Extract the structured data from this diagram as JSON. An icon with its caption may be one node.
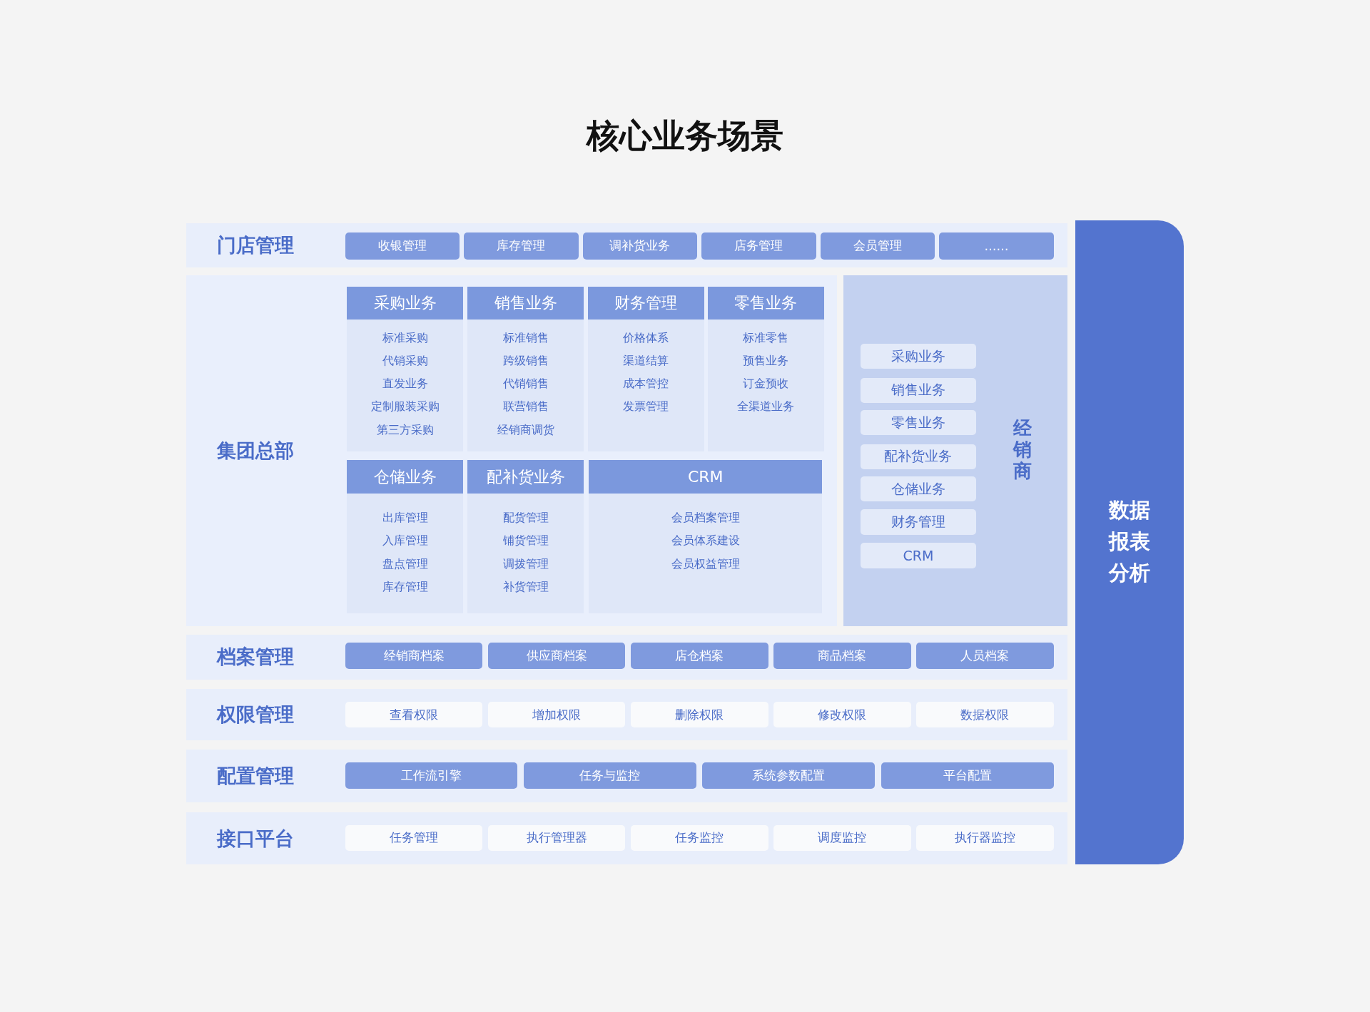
{
  "diagram": {
    "title": "核心业务场景",
    "nodes": [
      {
        "text": [
          "门店管理"
        ]
      },
      {
        "text": [
          "收银管理"
        ],
        "in": 0
      },
      {
        "text": [
          "库存管理"
        ],
        "in": 0
      },
      {
        "text": [
          "调补货业务"
        ],
        "in": 0
      },
      {
        "text": [
          "店务管理"
        ],
        "in": 0
      },
      {
        "text": [
          "会员管理"
        ],
        "in": 0
      },
      {
        "text": [
          "……"
        ],
        "in": 0
      },
      {
        "text": [
          "集团总部"
        ]
      },
      {
        "text": [
          "采购业务",
          "标准采购",
          "代销采购",
          "直发业务",
          "定制服装采购",
          "第三方采购"
        ],
        "in": 7
      },
      {
        "text": [
          "销售业务",
          "标准销售",
          "跨级销售",
          "代销销售",
          "联营销售",
          "经销商调货"
        ],
        "in": 7
      },
      {
        "text": [
          "财务管理",
          "价格体系",
          "渠道结算",
          "成本管控",
          "发票管理"
        ],
        "in": 7
      },
      {
        "text": [
          "零售业务",
          "标准零售",
          "预售业务",
          "订金预收",
          "全渠道业务"
        ],
        "in": 7
      },
      {
        "text": [
          "仓储业务",
          "出库管理",
          "入库管理",
          "盘点管理",
          "库存管理"
        ],
        "in": 7
      },
      {
        "text": [
          "配补货业务",
          "配货管理",
          "铺货管理",
          "调拨管理",
          "补货管理"
        ],
        "in": 7
      },
      {
        "text": [
          "CRM",
          "会员档案管理",
          "会员体系建设",
          "会员权益管理"
        ],
        "in": 7
      },
      {
        "text": [
          "经销商"
        ]
      },
      {
        "text": [
          "采购业务"
        ],
        "in": 15
      },
      {
        "text": [
          "销售业务"
        ],
        "in": 15
      },
      {
        "text": [
          "零售业务"
        ],
        "in": 15
      },
      {
        "text": [
          "配补货业务"
        ],
        "in": 15
      },
      {
        "text": [
          "仓储业务"
        ],
        "in": 15
      },
      {
        "text": [
          "财务管理"
        ],
        "in": 15
      },
      {
        "text": [
          "CRM"
        ],
        "in": 15
      },
      {
        "text": [
          "数据报表分析"
        ]
      },
      {
        "text": [
          "档案管理"
        ]
      },
      {
        "text": [
          "经销商档案"
        ],
        "in": 24
      },
      {
        "text": [
          "供应商档案"
        ],
        "in": 24
      },
      {
        "text": [
          "店仓档案"
        ],
        "in": 24
      },
      {
        "text": [
          "商品档案"
        ],
        "in": 24
      },
      {
        "text": [
          "人员档案"
        ],
        "in": 24
      },
      {
        "text": [
          "权限管理"
        ]
      },
      {
        "text": [
          "查看权限"
        ],
        "in": 30
      },
      {
        "text": [
          "增加权限"
        ],
        "in": 30
      },
      {
        "text": [
          "删除权限"
        ],
        "in": 30
      },
      {
        "text": [
          "修改权限"
        ],
        "in": 30
      },
      {
        "text": [
          "数据权限"
        ],
        "in": 30
      },
      {
        "text": [
          "配置管理"
        ]
      },
      {
        "text": [
          "工作流引擎"
        ],
        "in": 36
      },
      {
        "text": [
          "任务与监控"
        ],
        "in": 36
      },
      {
        "text": [
          "系统参数配置"
        ],
        "in": 36
      },
      {
        "text": [
          "平台配置"
        ],
        "in": 36
      },
      {
        "text": [
          "接口平台"
        ]
      },
      {
        "text": [
          "任务管理"
        ],
        "in": 41
      },
      {
        "text": [
          "执行管理器"
        ],
        "in": 41
      },
      {
        "text": [
          "任务监控"
        ],
        "in": 41
      },
      {
        "text": [
          "调度监控"
        ],
        "in": 41
      },
      {
        "text": [
          "执行器监控"
        ],
        "in": 41
      }
    ],
    "edges": []
  }
}
